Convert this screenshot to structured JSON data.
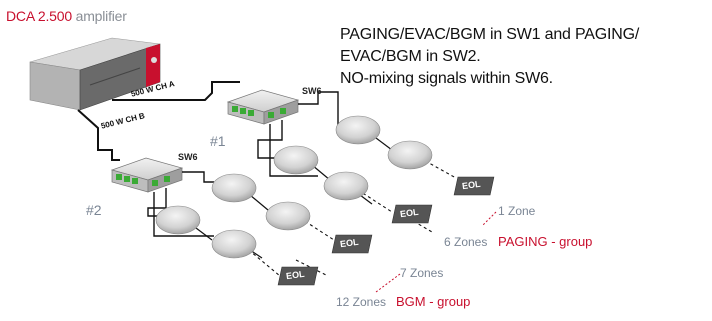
{
  "amplifier": {
    "model": "DCA 2.500",
    "suffix": "amplifier"
  },
  "note": {
    "line1": "PAGING/EVAC/BGM in SW1 and PAGING/",
    "line2": "EVAC/BGM  in SW2.",
    "line3": "NO-mixing signals within SW6."
  },
  "switches": {
    "upper": {
      "label": "SW6",
      "number": "#1"
    },
    "lower": {
      "label": "SW6",
      "number": "#2"
    }
  },
  "channels": {
    "a": "500 W CH A",
    "b": "500 W CH B"
  },
  "eol_label": "EOL",
  "zones": {
    "paging_first": "1 Zone",
    "paging_last": "6 Zones",
    "bgm_first": "7 Zones",
    "bgm_last": "12 Zones"
  },
  "groups": {
    "paging": "PAGING - group",
    "bgm": "BGM - group"
  },
  "colors": {
    "brand_red": "#c8102e",
    "label_grey": "#7a8594",
    "module_green": "#3aaa35"
  }
}
